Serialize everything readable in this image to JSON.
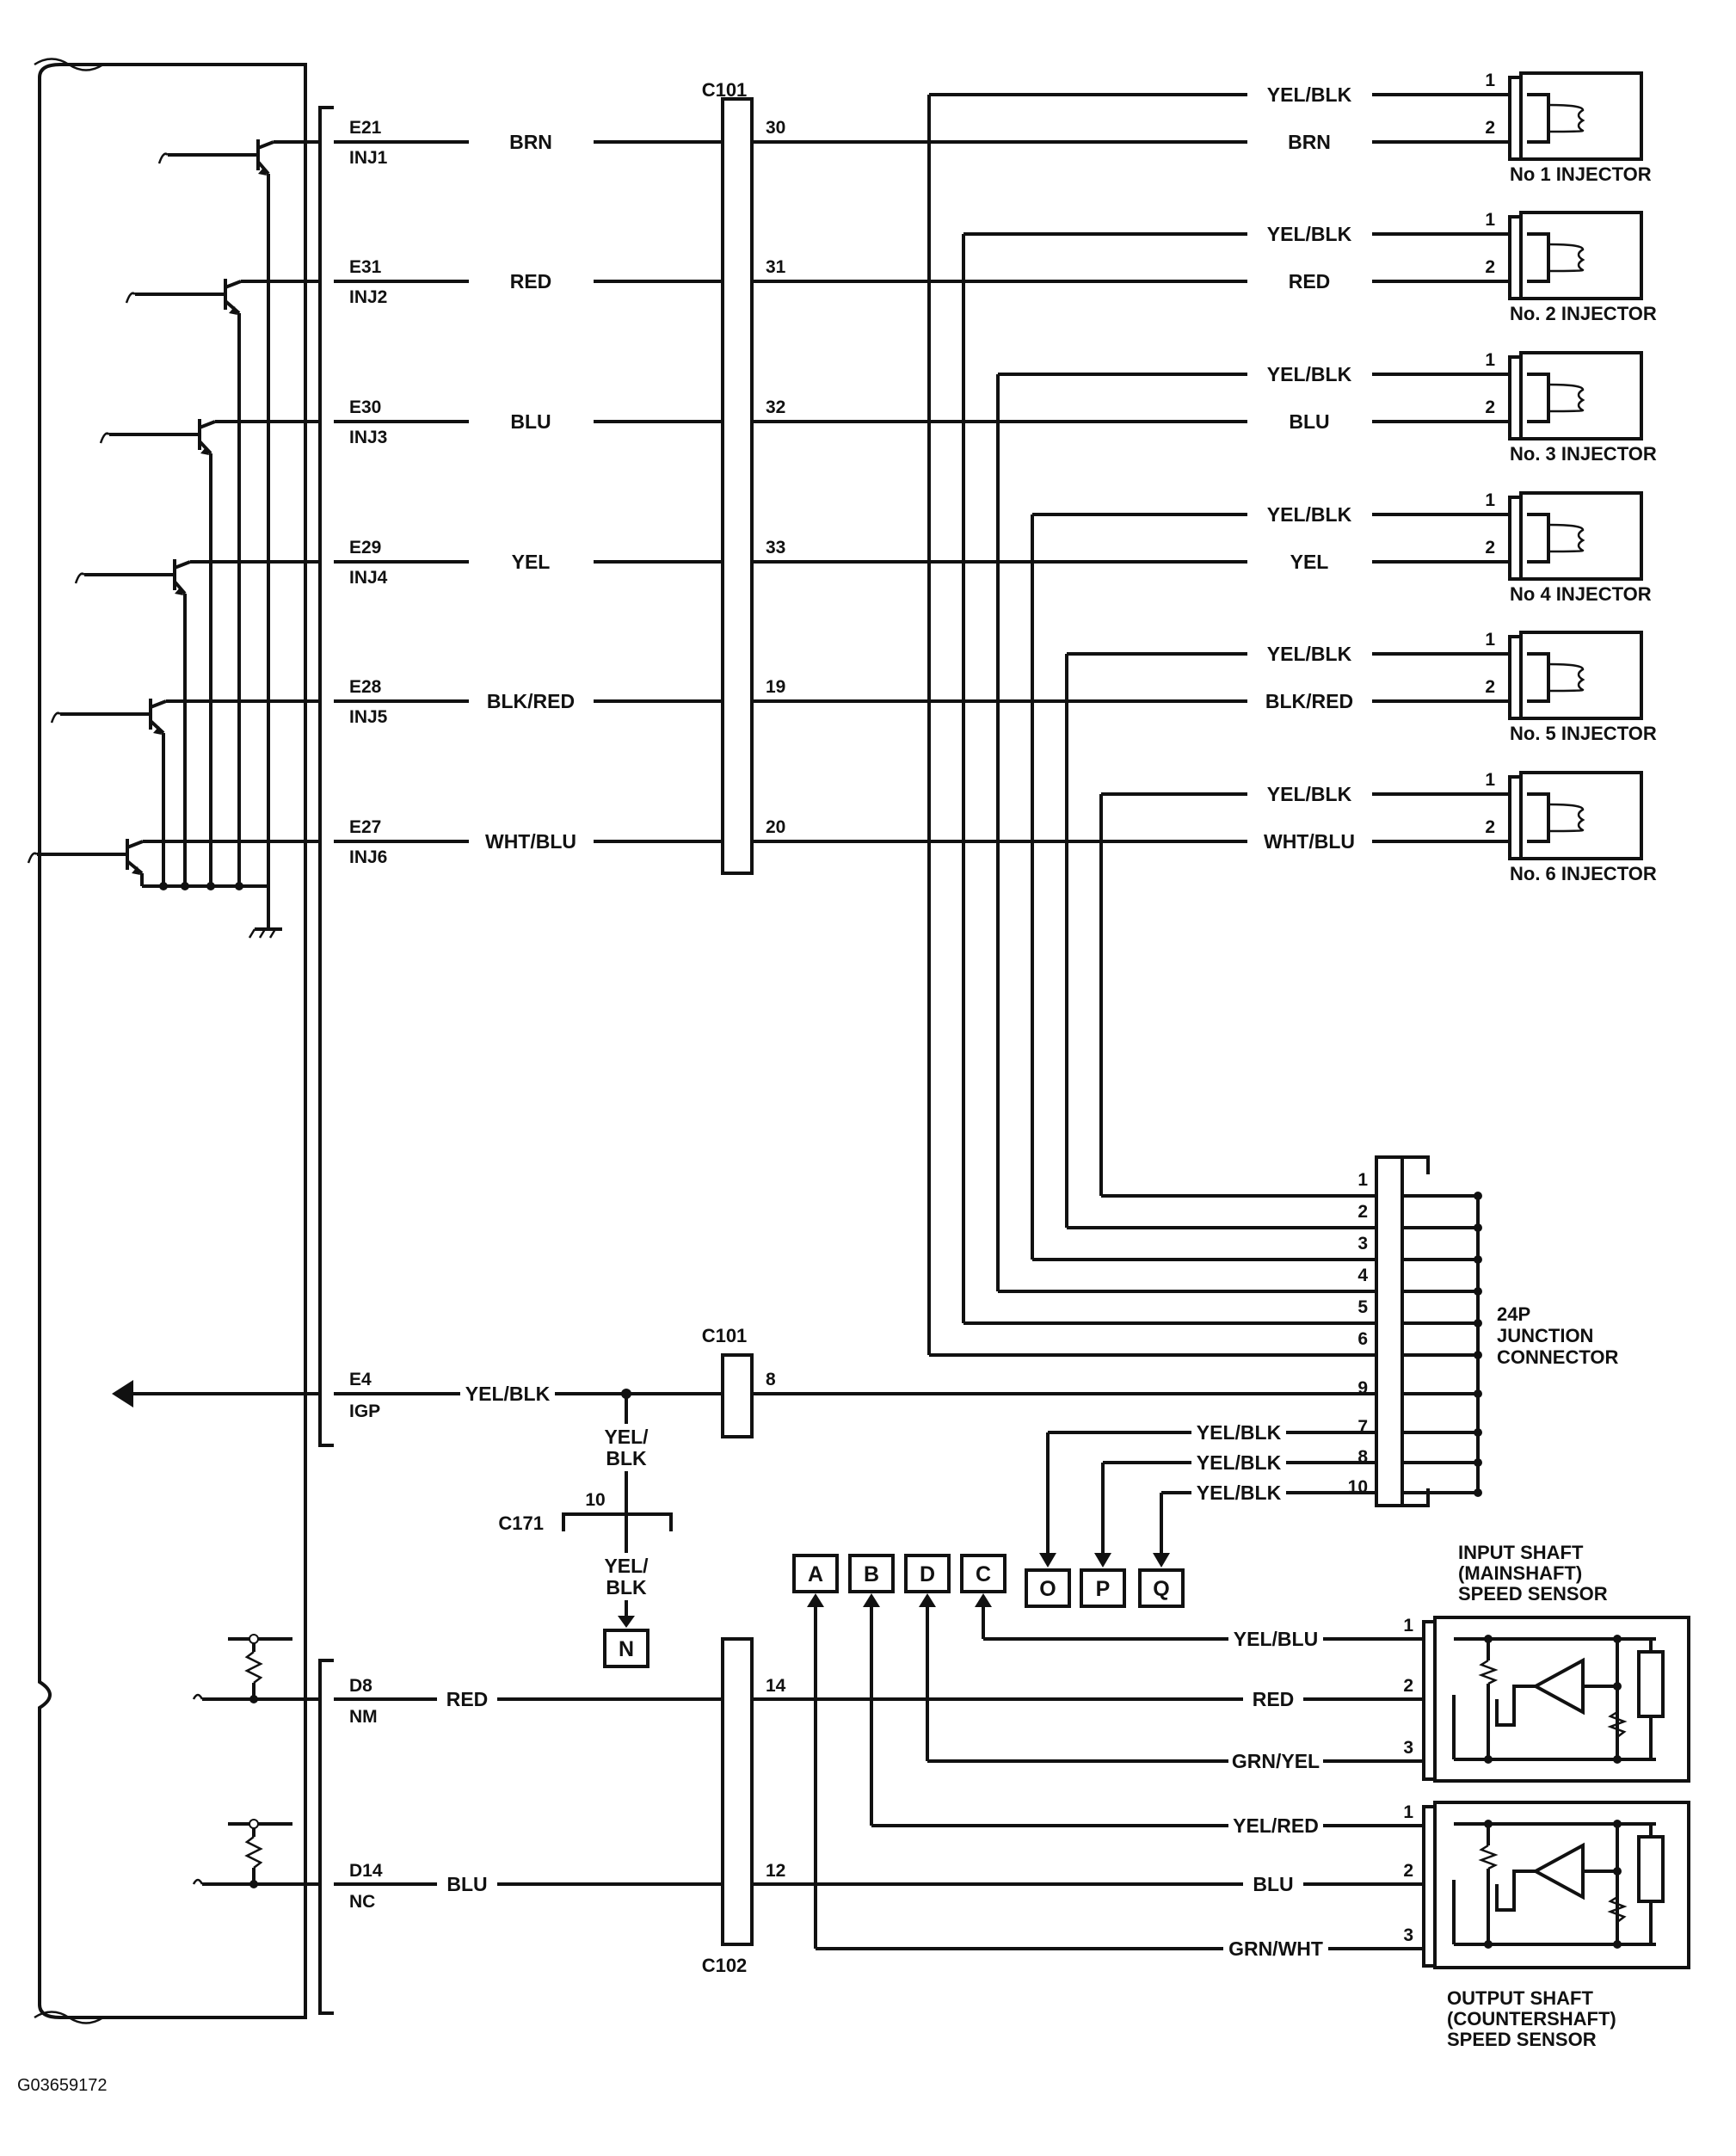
{
  "colors": {
    "ink": "#111111",
    "paper": "#ffffff"
  },
  "ecm": {
    "terminals": [
      {
        "pin": "E21",
        "signal": "INJ1",
        "wire": "BRN"
      },
      {
        "pin": "E31",
        "signal": "INJ2",
        "wire": "RED"
      },
      {
        "pin": "E30",
        "signal": "INJ3",
        "wire": "BLU"
      },
      {
        "pin": "E29",
        "signal": "INJ4",
        "wire": "YEL"
      },
      {
        "pin": "E28",
        "signal": "INJ5",
        "wire": "BLK/RED"
      },
      {
        "pin": "E27",
        "signal": "INJ6",
        "wire": "WHT/BLU"
      },
      {
        "pin": "E4",
        "signal": "IGP",
        "wire": "YEL/BLK"
      },
      {
        "pin": "D8",
        "signal": "NM",
        "wire": "RED"
      },
      {
        "pin": "D14",
        "signal": "NC",
        "wire": "BLU"
      }
    ]
  },
  "c101": {
    "name": "C101",
    "pins": [
      "30",
      "31",
      "32",
      "33",
      "19",
      "20"
    ],
    "lower_name": "C101",
    "lower_pin": "8"
  },
  "injectors": [
    {
      "label": "No  1 INJECTOR",
      "pin1": "1",
      "pin2": "2",
      "feed_wire": "YEL/BLK",
      "signal_wire": "BRN"
    },
    {
      "label": "No. 2 INJECTOR",
      "pin1": "1",
      "pin2": "2",
      "feed_wire": "YEL/BLK",
      "signal_wire": "RED"
    },
    {
      "label": "No. 3 INJECTOR",
      "pin1": "1",
      "pin2": "2",
      "feed_wire": "YEL/BLK",
      "signal_wire": "BLU"
    },
    {
      "label": "No  4 INJECTOR",
      "pin1": "1",
      "pin2": "2",
      "feed_wire": "YEL/BLK",
      "signal_wire": "YEL"
    },
    {
      "label": "No. 5 INJECTOR",
      "pin1": "1",
      "pin2": "2",
      "feed_wire": "YEL/BLK",
      "signal_wire": "BLK/RED"
    },
    {
      "label": "No. 6 INJECTOR",
      "pin1": "1",
      "pin2": "2",
      "feed_wire": "YEL/BLK",
      "signal_wire": "WHT/BLU"
    }
  ],
  "junction": {
    "title_line1": "24P",
    "title_line2": "JUNCTION",
    "title_line3": "CONNECTOR",
    "pins": [
      "1",
      "2",
      "3",
      "4",
      "5",
      "6",
      "9",
      "7",
      "8",
      "10"
    ],
    "branch_wires": [
      "YEL/BLK",
      "YEL/BLK",
      "YEL/BLK"
    ]
  },
  "c171": {
    "name": "C171",
    "pin": "10",
    "wire_top_line1": "YEL/",
    "wire_top_line2": "BLK",
    "wire_bottom_line1": "YEL/",
    "wire_bottom_line2": "BLK"
  },
  "reference_boxes": [
    "N",
    "A",
    "B",
    "D",
    "C",
    "O",
    "P",
    "Q"
  ],
  "c102": {
    "name": "C102",
    "pins": [
      "14",
      "12"
    ]
  },
  "input_sensor": {
    "title_line1": "INPUT SHAFT",
    "title_line2": "(MAINSHAFT)",
    "title_line3": "SPEED SENSOR",
    "pins": [
      "1",
      "2",
      "3"
    ],
    "wires": [
      "YEL/BLU",
      "RED",
      "GRN/YEL"
    ]
  },
  "output_sensor": {
    "title_line1": "OUTPUT SHAFT",
    "title_line2": "(COUNTERSHAFT)",
    "title_line3": "SPEED SENSOR",
    "pins": [
      "1",
      "2",
      "3"
    ],
    "wires": [
      "YEL/RED",
      "BLU",
      "GRN/WHT"
    ]
  },
  "figure_id": "G03659172"
}
